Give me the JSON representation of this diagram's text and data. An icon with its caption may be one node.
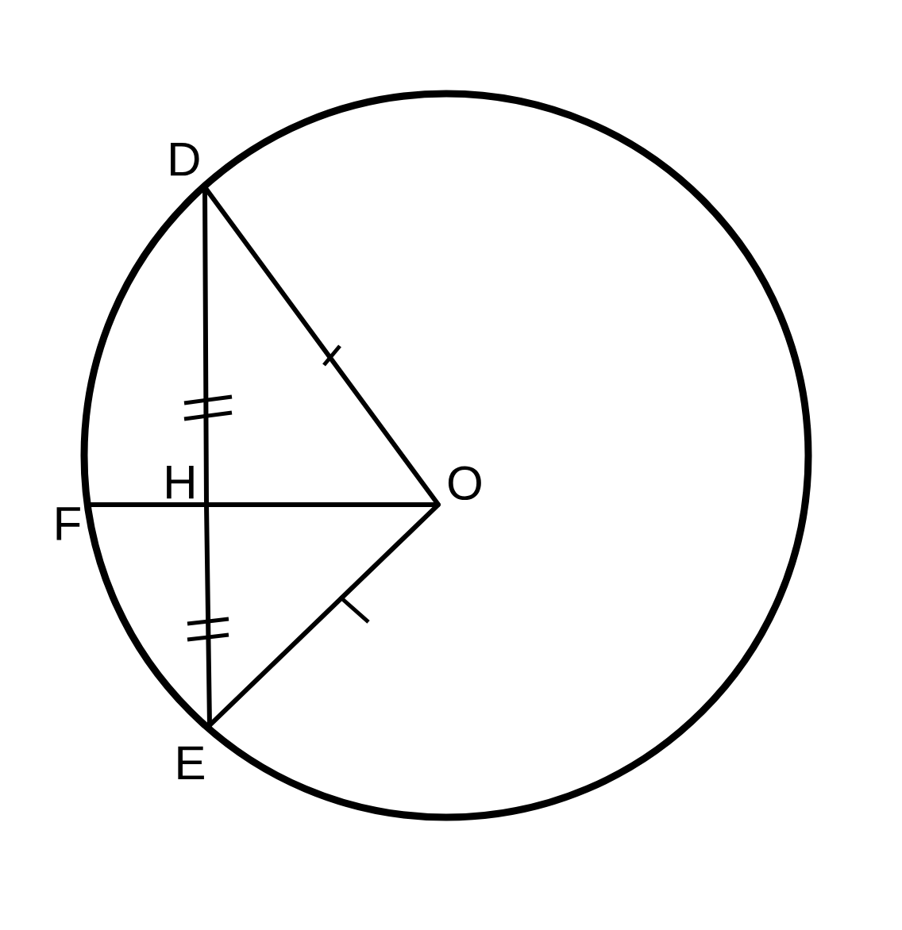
{
  "diagram": {
    "nodes": [
      {
        "text": [
          "D"
        ]
      },
      {
        "text": [
          "O"
        ]
      },
      {
        "text": [
          "E"
        ]
      },
      {
        "text": [
          "F"
        ]
      },
      {
        "text": [
          "H"
        ]
      }
    ],
    "edges": [
      {
        "from": 0,
        "to": 1,
        "arrow": "none"
      },
      {
        "from": 1,
        "to": 2,
        "arrow": "none"
      },
      {
        "from": 0,
        "to": 4,
        "arrow": "none"
      },
      {
        "from": 4,
        "to": 2,
        "arrow": "none"
      },
      {
        "from": 3,
        "to": 4,
        "arrow": "none"
      },
      {
        "from": 4,
        "to": 1,
        "arrow": "none"
      }
    ]
  }
}
